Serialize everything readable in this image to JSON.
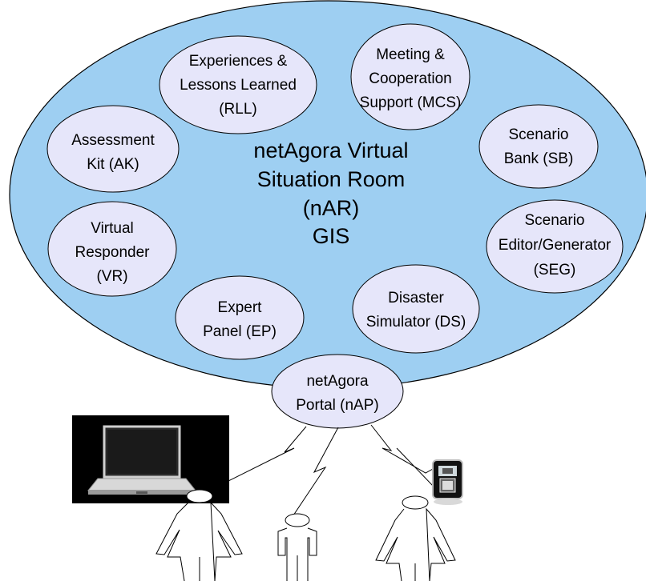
{
  "colors": {
    "room_fill": "#9ECFF2",
    "module_fill": "#E6E6FA",
    "outline": "#000000",
    "background": "#FFFFFF"
  },
  "center": {
    "lines": [
      "netAgora Virtual",
      "Situation Room",
      "(nAR)",
      "GIS"
    ]
  },
  "modules": [
    {
      "id": "rll",
      "lines": [
        "Experiences &",
        "Lessons Learned",
        "(RLL)"
      ]
    },
    {
      "id": "mcs",
      "lines": [
        "Meeting &",
        "Cooperation",
        "Support (MCS)"
      ]
    },
    {
      "id": "ak",
      "lines": [
        "Assessment",
        "Kit (AK)"
      ]
    },
    {
      "id": "sb",
      "lines": [
        "Scenario",
        "Bank (SB)"
      ]
    },
    {
      "id": "vr",
      "lines": [
        "Virtual",
        "Responder",
        "(VR)"
      ]
    },
    {
      "id": "seg",
      "lines": [
        "Scenario",
        "Editor/Generator",
        "(SEG)"
      ]
    },
    {
      "id": "ep",
      "lines": [
        "Expert",
        "Panel (EP)"
      ]
    },
    {
      "id": "ds",
      "lines": [
        "Disaster",
        "Simulator (DS)"
      ]
    }
  ],
  "portal": {
    "lines": [
      "netAgora",
      "Portal (nAP)"
    ]
  },
  "icons": {
    "laptop": "laptop-icon",
    "mobile": "mobile-phone-icon",
    "user_left": "person-icon",
    "user_middle": "person-icon",
    "user_right": "person-icon",
    "link": "wireless-link-icon"
  }
}
